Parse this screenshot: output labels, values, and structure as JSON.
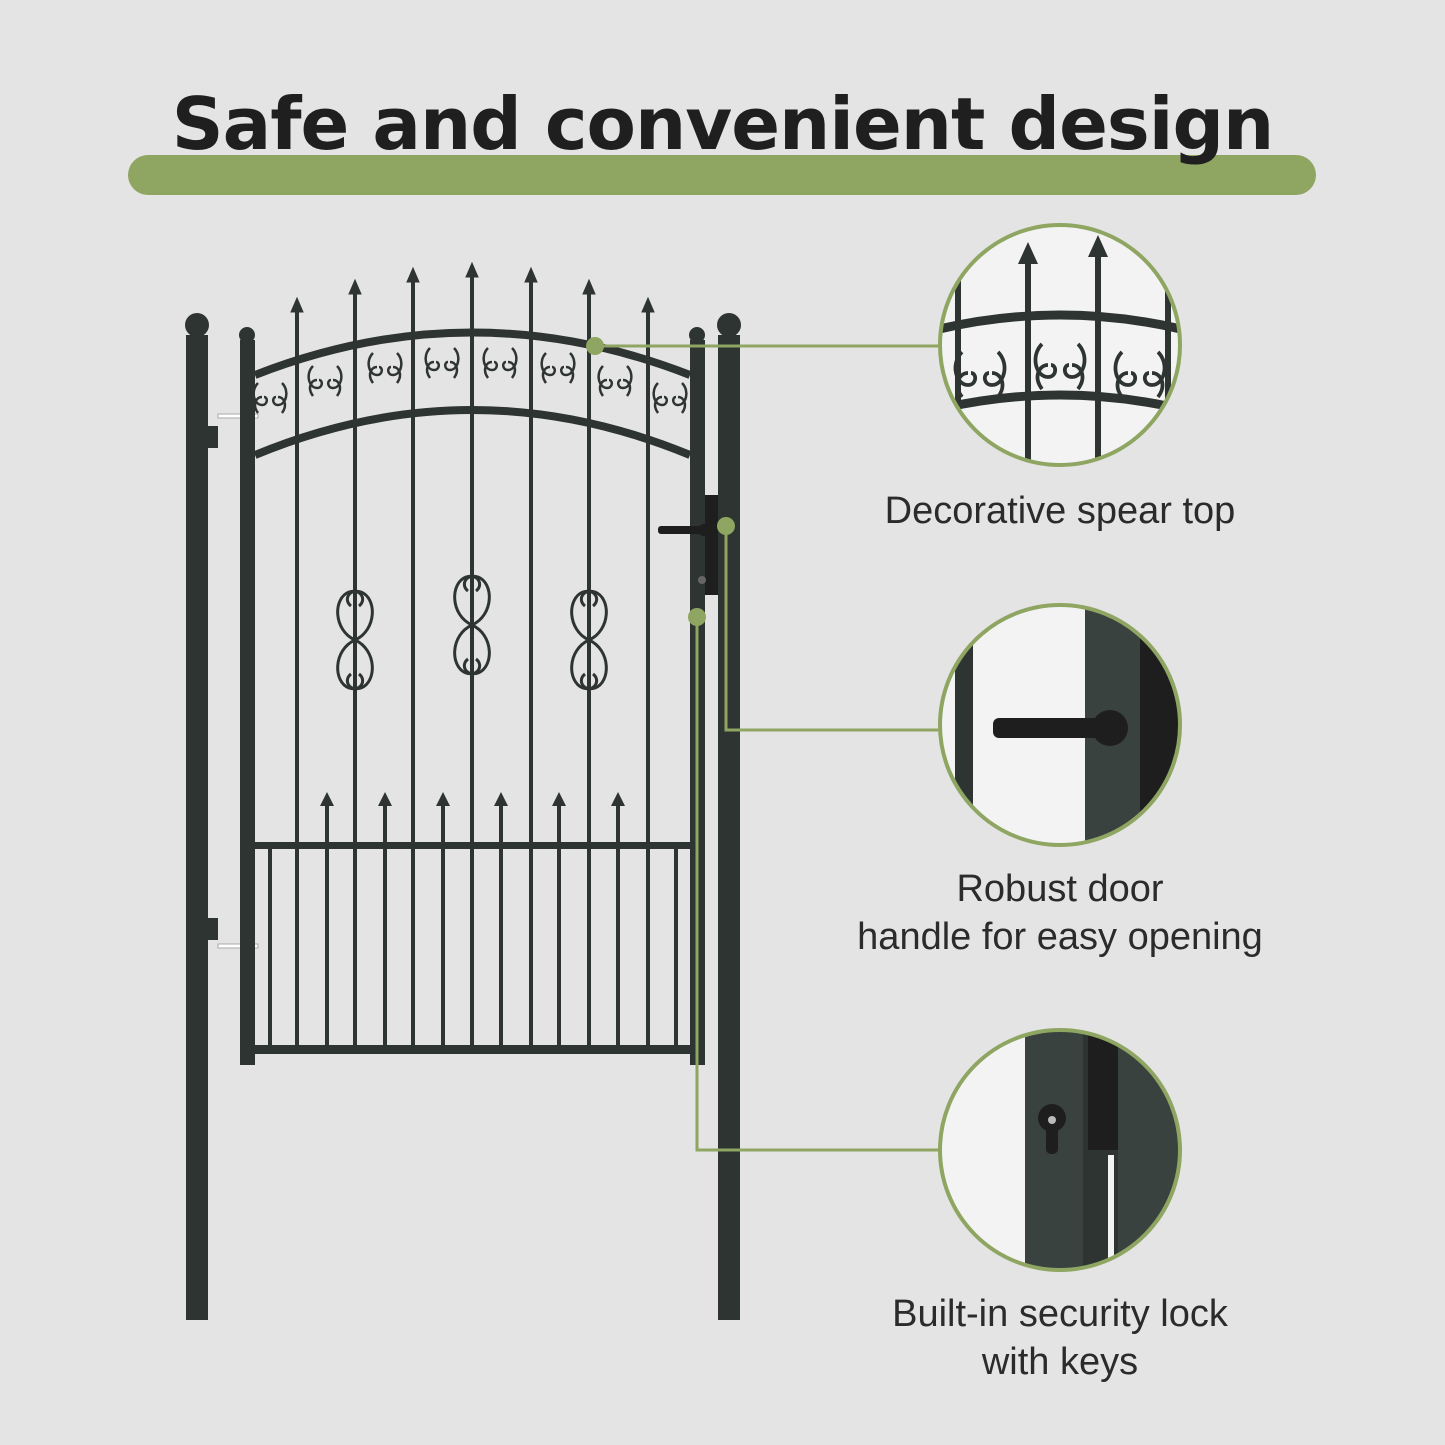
{
  "title": "Safe and convenient design",
  "colors": {
    "background": "#e4e4e4",
    "accent_green": "#8fa562",
    "gate_metal": "#2e3431"
  },
  "features": [
    {
      "lines": [
        "Decorative spear top"
      ],
      "icon": "spear-top-icon"
    },
    {
      "lines": [
        "Robust door",
        "handle for easy opening"
      ],
      "icon": "door-handle-icon"
    },
    {
      "lines": [
        "Built-in security lock",
        "with keys"
      ],
      "icon": "security-lock-icon"
    }
  ]
}
